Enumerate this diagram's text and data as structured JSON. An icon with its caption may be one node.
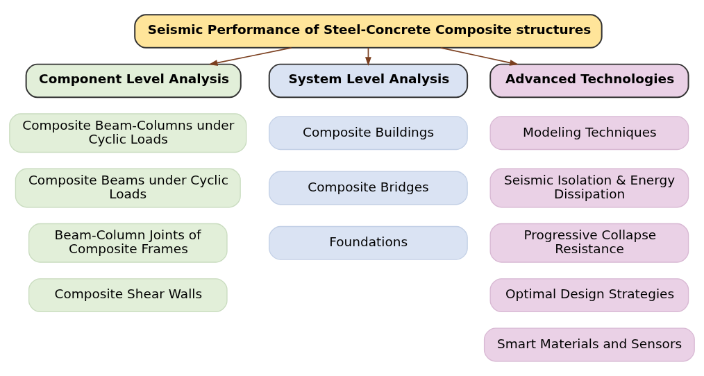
{
  "diagram": {
    "nodes": [
      {
        "text": [
          "Seismic Performance of Steel-Concrete Composite structures"
        ]
      },
      {
        "text": [
          "Component Level Analysis"
        ]
      },
      {
        "text": [
          "System Level Analysis"
        ]
      },
      {
        "text": [
          "Advanced Technologies"
        ]
      },
      {
        "text": [
          "Composite Beam-Columns under Cyclic Loads"
        ]
      },
      {
        "text": [
          "Composite Beams under Cyclic Loads"
        ]
      },
      {
        "text": [
          "Beam-Column Joints of Composite Frames"
        ]
      },
      {
        "text": [
          "Composite Shear Walls"
        ]
      },
      {
        "text": [
          "Composite Buildings"
        ]
      },
      {
        "text": [
          "Composite Bridges"
        ]
      },
      {
        "text": [
          "Foundations"
        ]
      },
      {
        "text": [
          "Modeling Techniques"
        ]
      },
      {
        "text": [
          "Seismic Isolation & Energy Dissipation"
        ]
      },
      {
        "text": [
          "Progressive Collapse Resistance"
        ]
      },
      {
        "text": [
          "Optimal Design Strategies"
        ]
      },
      {
        "text": [
          "Smart Materials and Sensors"
        ]
      }
    ],
    "edges": [
      {
        "from": 0,
        "to": 1,
        "arrow": "to"
      },
      {
        "from": 0,
        "to": 2,
        "arrow": "to"
      },
      {
        "from": 0,
        "to": 3,
        "arrow": "to"
      }
    ]
  }
}
